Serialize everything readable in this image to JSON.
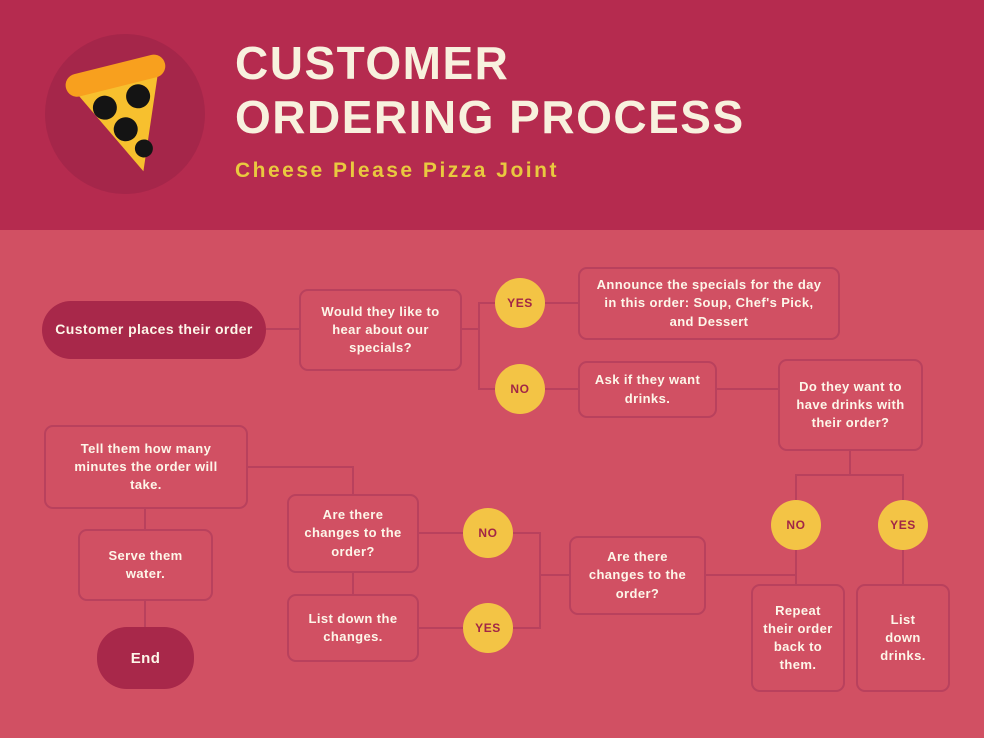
{
  "header": {
    "title_line1": "CUSTOMER",
    "title_line2": "ORDERING PROCESS",
    "subtitle": "Cheese Please Pizza Joint",
    "logo": "pizza-slice-icon"
  },
  "colors": {
    "header_bg": "#b52b4f",
    "body_bg": "#d15063",
    "filled_node": "#a8284a",
    "node_border": "#b9415d",
    "connector_line": "#b9415d",
    "decision_circle": "#f3c445",
    "decision_text": "#a22646",
    "title_text": "#f8f1de",
    "subtitle_text": "#e9c93f",
    "node_text": "#fdf6e9"
  },
  "nodes": {
    "start": "Customer places their order",
    "specials_question": "Would they like to hear about our specials?",
    "announce_specials": "Announce the specials for the day in this order: Soup, Chef's Pick, and Dessert",
    "ask_drinks": "Ask if they want drinks.",
    "drinks_question": "Do they want to have drinks with their order?",
    "repeat_order": "Repeat their order back to them.",
    "list_drinks": "List down drinks.",
    "changes_question_right": "Are there changes to the order?",
    "changes_question_left": "Are there changes to the order?",
    "list_changes": "List down the changes.",
    "tell_minutes": "Tell them how many minutes the order will take.",
    "serve_water": "Serve them water.",
    "end": "End"
  },
  "labels": {
    "yes_specials": "YES",
    "no_specials": "NO",
    "no_drinks": "NO",
    "yes_drinks": "YES",
    "no_changes": "NO",
    "yes_changes": "YES"
  }
}
